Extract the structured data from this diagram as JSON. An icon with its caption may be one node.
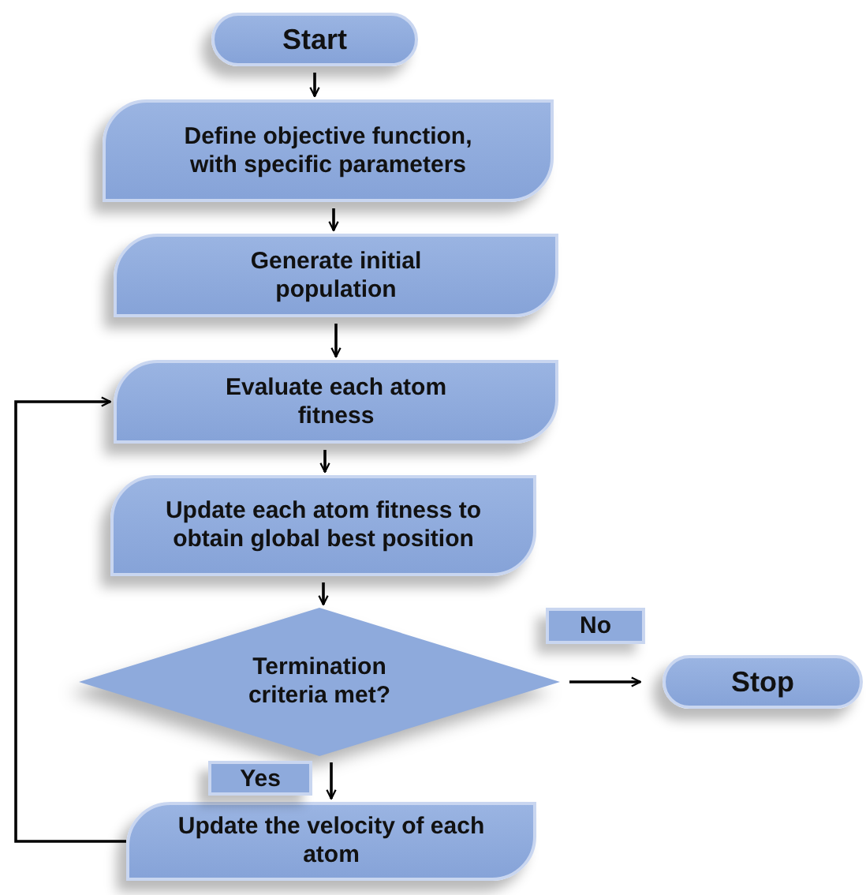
{
  "diagram": {
    "nodes": [
      {
        "text": [
          "Start"
        ]
      },
      {
        "text": [
          "Define objective function, with specific parameters"
        ]
      },
      {
        "text": [
          "Generate initial population"
        ]
      },
      {
        "text": [
          "Evaluate each atom fitness"
        ]
      },
      {
        "text": [
          "Update each atom fitness to obtain global best position"
        ]
      },
      {
        "text": [
          "Termination criteria met?"
        ]
      },
      {
        "text": [
          "Stop"
        ]
      },
      {
        "text": [
          "Update the velocity of each atom"
        ]
      }
    ],
    "edges": [
      {
        "from": 0,
        "to": 1,
        "arrow": "to"
      },
      {
        "from": 1,
        "to": 2,
        "arrow": "to"
      },
      {
        "from": 2,
        "to": 3,
        "arrow": "to"
      },
      {
        "from": 3,
        "to": 4,
        "arrow": "to"
      },
      {
        "from": 4,
        "to": 5,
        "arrow": "to"
      },
      {
        "from": 5,
        "to": 6,
        "arrow": "to",
        "label": "No"
      },
      {
        "from": 5,
        "to": 7,
        "arrow": "to",
        "label": "Yes"
      },
      {
        "from": 7,
        "to": 3,
        "arrow": "to"
      }
    ]
  }
}
